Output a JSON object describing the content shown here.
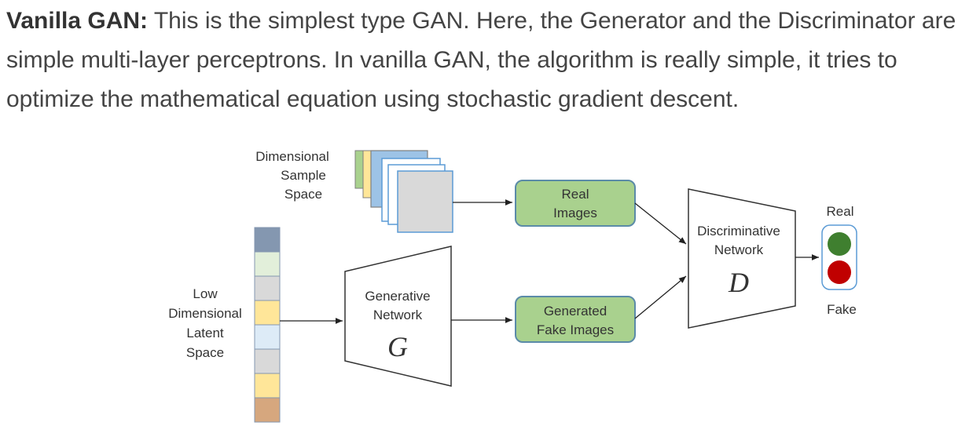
{
  "paragraph": {
    "bold_lead": "Vanilla GAN:",
    "text": " This is the simplest type GAN. Here, the Generator and the Discriminator are simple multi-layer perceptrons. In vanilla GAN, the algorithm is really simple, it tries to optimize the mathematical equation using stochastic gradient descent."
  },
  "diagram": {
    "sample_space_label": [
      "Dimensional",
      "Sample",
      "Space"
    ],
    "latent_space_label": [
      "Low",
      "Dimensional",
      "Latent",
      "Space"
    ],
    "generator": {
      "label": [
        "Generative",
        "Network"
      ],
      "letter": "G"
    },
    "discriminator": {
      "label": [
        "Discriminative",
        "Network"
      ],
      "letter": "D"
    },
    "real_images": [
      "Real",
      "Images"
    ],
    "fake_images": [
      "Generated",
      "Fake Images"
    ],
    "output_real": "Real",
    "output_fake": "Fake",
    "colors": {
      "green_box": "#a9d18e",
      "green_border": "#5b8ba8",
      "real_light": "#3f7f2f",
      "fake_light": "#c00000",
      "latent_cells": [
        "#8497b0",
        "#e2efda",
        "#d9d9d9",
        "#ffe699",
        "#ddebf7",
        "#d9d9d9",
        "#ffe699",
        "#d6a77e"
      ],
      "stack_colors": [
        "#a9d18e",
        "#ffe699",
        "#9dc3e6",
        "#ddebf7",
        "#d9d9d9"
      ]
    }
  }
}
